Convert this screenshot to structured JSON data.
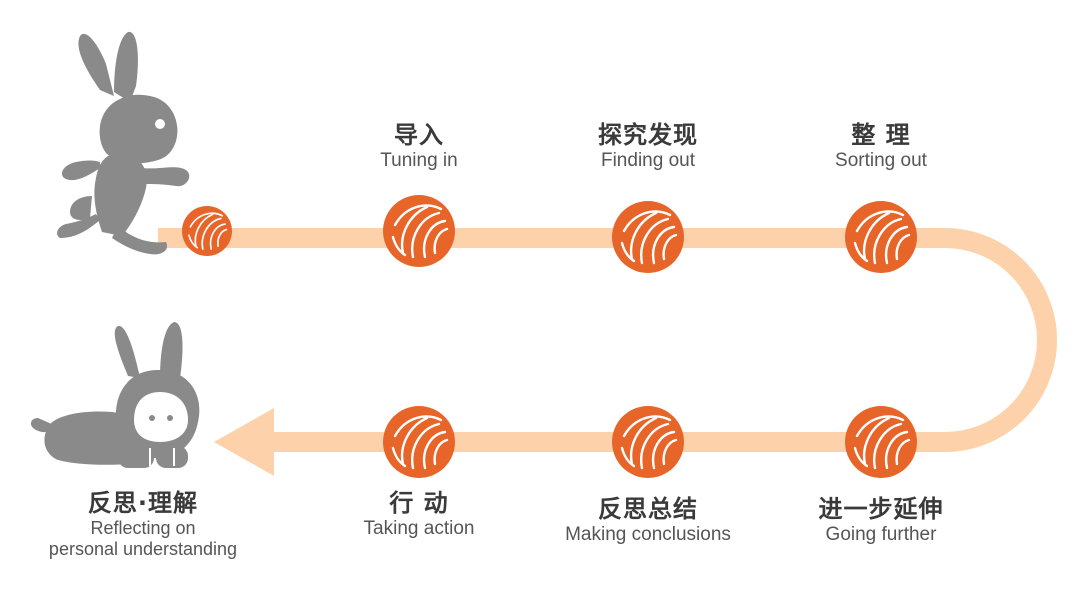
{
  "colors": {
    "path": "#FDD1A9",
    "ball": "#E8652A",
    "ball_lines": "#FFFFFF",
    "bunny": "#8A8A8A",
    "text_zh": "#3A3A3A",
    "text_en": "#555555"
  },
  "icons": {
    "runner": "running-bunny-icon",
    "rester": "resting-bunny-icon",
    "ball": "yarn-ball-icon",
    "arrow": "arrowhead-icon"
  },
  "steps": [
    {
      "zh": "导入",
      "en": "Tuning in"
    },
    {
      "zh": "探究发现",
      "en": "Finding out"
    },
    {
      "zh": "整 理",
      "en": "Sorting out"
    },
    {
      "zh": "进一步延伸",
      "en": "Going further"
    },
    {
      "zh": "反思总结",
      "en": "Making conclusions"
    },
    {
      "zh": "行 动",
      "en": "Taking action"
    }
  ],
  "final": {
    "zh": "反思·理解",
    "en_line1": "Reflecting on",
    "en_line2": "personal understanding"
  }
}
